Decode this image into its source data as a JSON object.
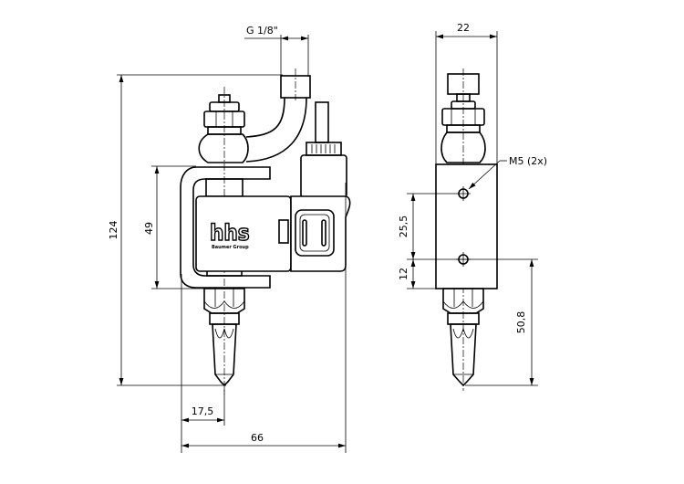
{
  "dimensions": {
    "thread": "G 1/8\"",
    "total_height": "124",
    "bracket_height": "49",
    "nozzle_offset": "17,5",
    "total_width": "66",
    "body_width": "22",
    "hole_spacing": "25,5",
    "hole_to_bottom": "12",
    "hole_to_tip": "50,8",
    "mounting_holes": "M5 (2x)"
  },
  "logo": {
    "name": "hhs",
    "subtitle": "Baumer Group"
  }
}
